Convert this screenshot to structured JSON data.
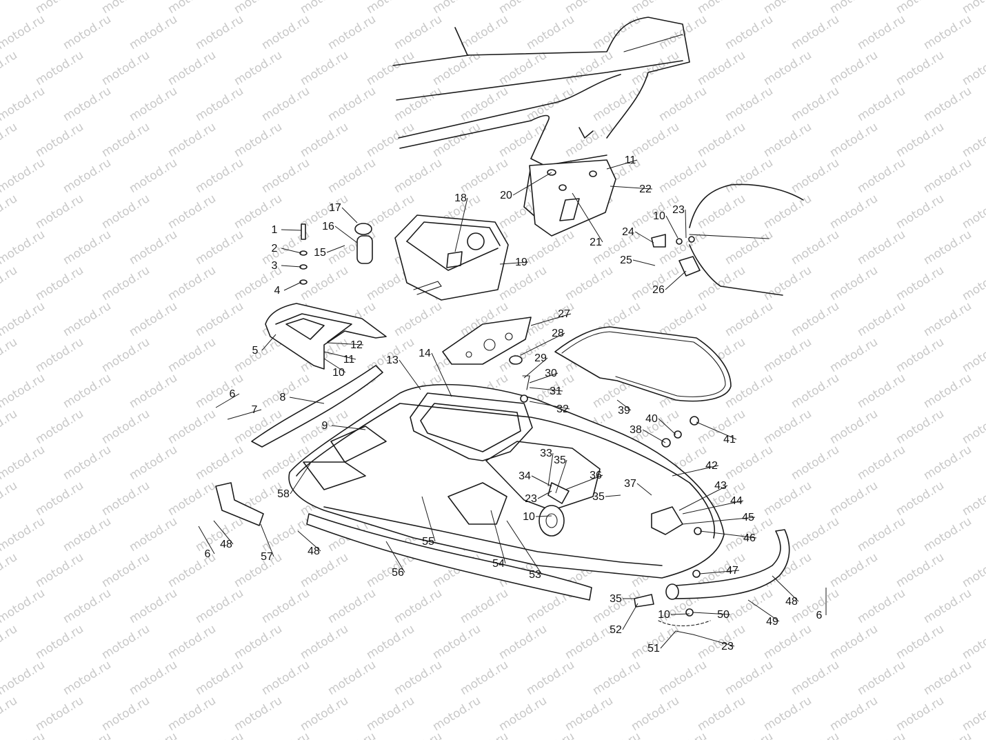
{
  "watermark": "motod.ru",
  "part_numbers": [
    "1",
    "2",
    "3",
    "4",
    "5",
    "6",
    "7",
    "8",
    "9",
    "10",
    "11",
    "12",
    "13",
    "14",
    "15",
    "16",
    "17",
    "18",
    "19",
    "20",
    "21",
    "22",
    "23",
    "24",
    "25",
    "26",
    "27",
    "28",
    "29",
    "30",
    "31",
    "32",
    "33",
    "34",
    "35",
    "36",
    "37",
    "38",
    "39",
    "40",
    "41",
    "42",
    "43",
    "44",
    "45",
    "46",
    "47",
    "48",
    "49",
    "50",
    "51",
    "52",
    "53",
    "54",
    "55",
    "56",
    "57",
    "58"
  ]
}
